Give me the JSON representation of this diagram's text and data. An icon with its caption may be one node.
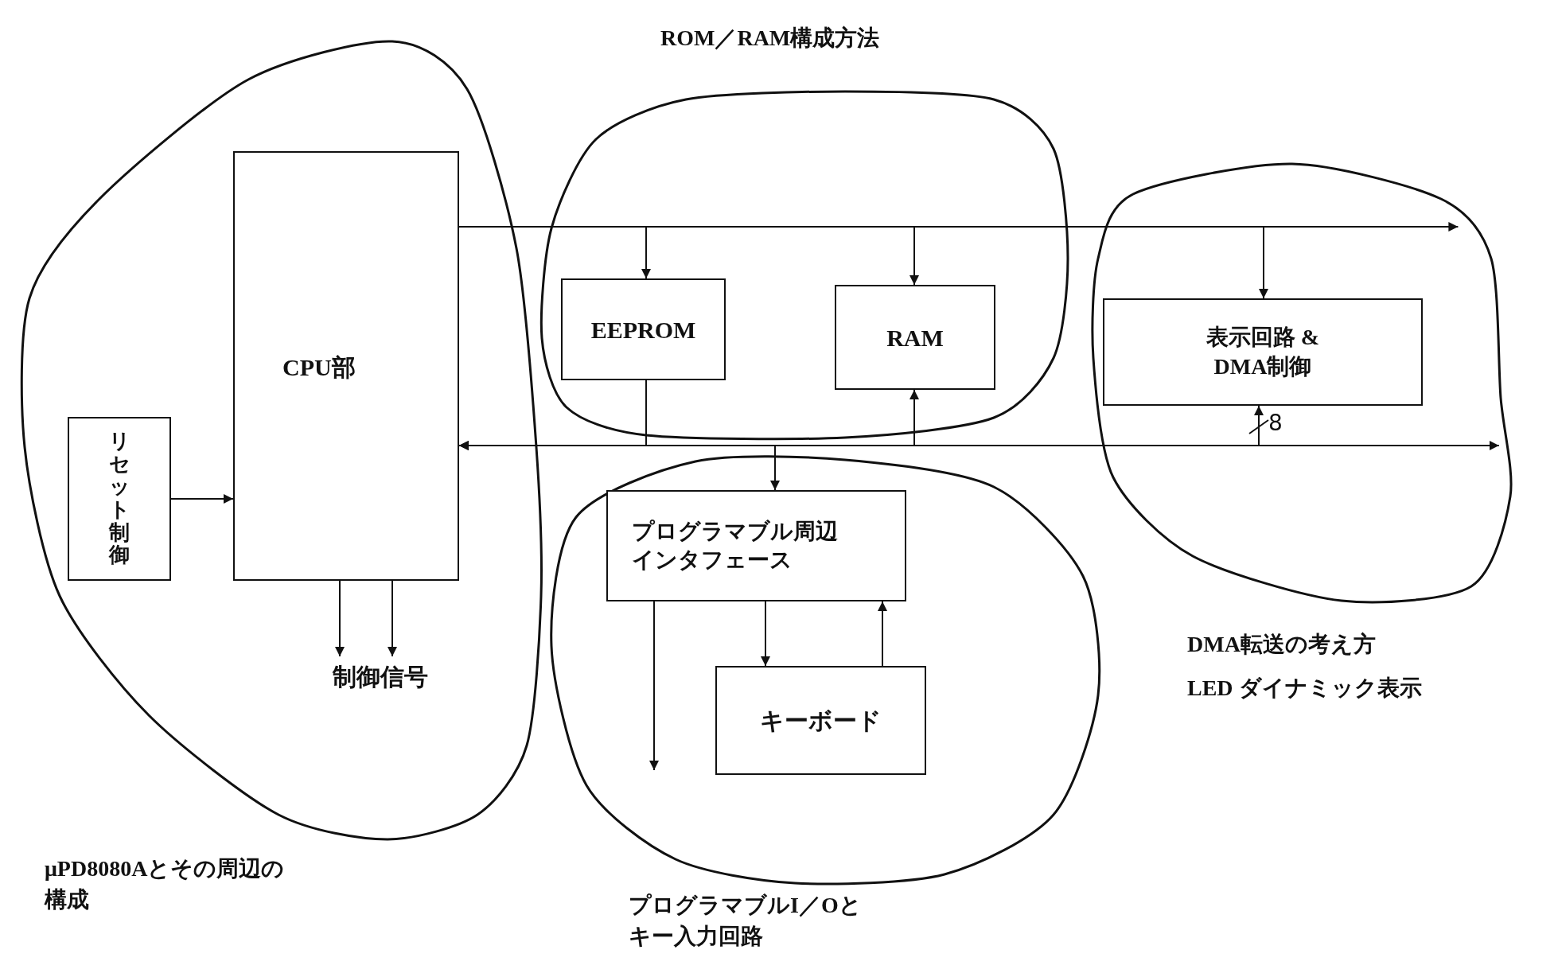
{
  "diagram": {
    "nodes": [
      {
        "text": [
          "μPD8080Aとその周辺の構成"
        ]
      },
      {
        "text": [
          "CPU部"
        ],
        "in": 0
      },
      {
        "text": [
          "リセット制御"
        ],
        "in": 0
      },
      {
        "text": [
          "制御信号"
        ],
        "in": 0
      },
      {
        "text": [
          "ROM／RAM構成方法"
        ]
      },
      {
        "text": [
          "EEPROM"
        ],
        "in": 4
      },
      {
        "text": [
          "RAM"
        ],
        "in": 4
      },
      {
        "text": [
          "DMA転送の考え方",
          "LED ダイナミック表示"
        ]
      },
      {
        "text": [
          "表示回路 & DMA制御"
        ],
        "in": 7
      },
      {
        "text": [
          "プログラマブルI／Oとキー入力回路"
        ]
      },
      {
        "text": [
          "プログラマブル周辺インタフェース"
        ],
        "in": 9
      },
      {
        "text": [
          "キーボード"
        ],
        "in": 9
      }
    ],
    "edges": [
      {
        "from": 2,
        "to": 1,
        "arrow": "to"
      },
      {
        "from": 1,
        "to": 3,
        "arrow": "to"
      },
      {
        "from": 1,
        "to": 3,
        "arrow": "to"
      },
      {
        "from": 1,
        "to": 5,
        "arrow": "to"
      },
      {
        "from": 1,
        "to": 6,
        "arrow": "to"
      },
      {
        "from": 1,
        "to": 8,
        "arrow": "to"
      },
      {
        "from": 1,
        "to": 7,
        "arrow": "to"
      },
      {
        "from": 5,
        "to": 1,
        "arrow": "to"
      },
      {
        "from": 6,
        "to": 1,
        "arrow": "both"
      },
      {
        "from": 10,
        "to": 1,
        "arrow": "both"
      },
      {
        "from": 6,
        "to": 8,
        "arrow": "to"
      },
      {
        "from": 6,
        "to": 7,
        "arrow": "to"
      },
      {
        "from": 10,
        "to": 11,
        "arrow": "to"
      },
      {
        "from": 11,
        "to": 10,
        "arrow": "to"
      },
      {
        "from": 10,
        "to": null,
        "arrow": "to"
      }
    ],
    "labels": [
      "8"
    ]
  }
}
